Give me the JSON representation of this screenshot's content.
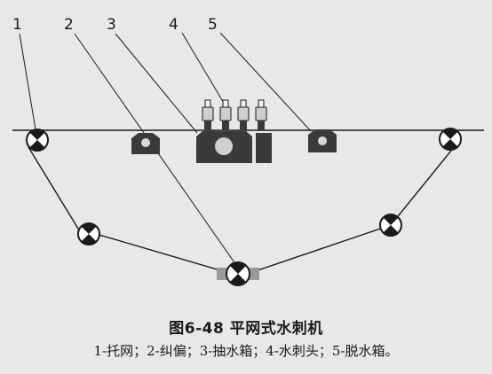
{
  "callouts": [
    "1",
    "2",
    "3",
    "4",
    "5"
  ],
  "caption": {
    "title": "图6-48  平网式水刺机",
    "legend": "1-托网；2-纠偏；3-抽水箱；4-水刺头；5-脱水箱。"
  },
  "colors": {
    "ink": "#1a1a1a",
    "box": "#3a3a3a",
    "background": "#e9e8e6",
    "nozzle": "#cfcfcf",
    "roller_pad": "#9a9a9a"
  }
}
